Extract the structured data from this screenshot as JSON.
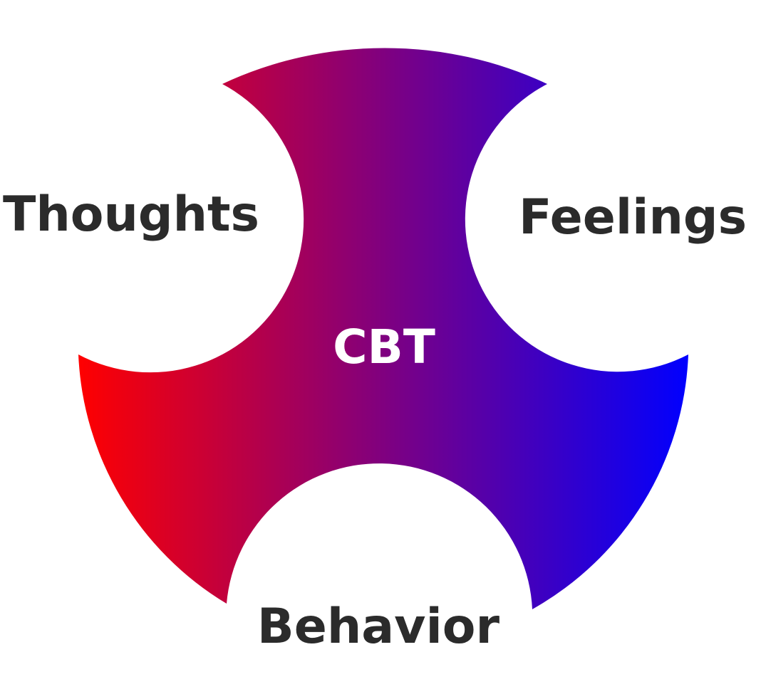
{
  "diagram": {
    "center_label": "CBT",
    "labels": {
      "thoughts": "Thoughts",
      "feelings": "Feelings",
      "behavior": "Behavior"
    }
  },
  "colors": {
    "gradient_start": "#ff0000",
    "gradient_end": "#0000ff",
    "label_text": "#2b2b2b",
    "center_text": "#ffffff",
    "background": "#ffffff"
  }
}
